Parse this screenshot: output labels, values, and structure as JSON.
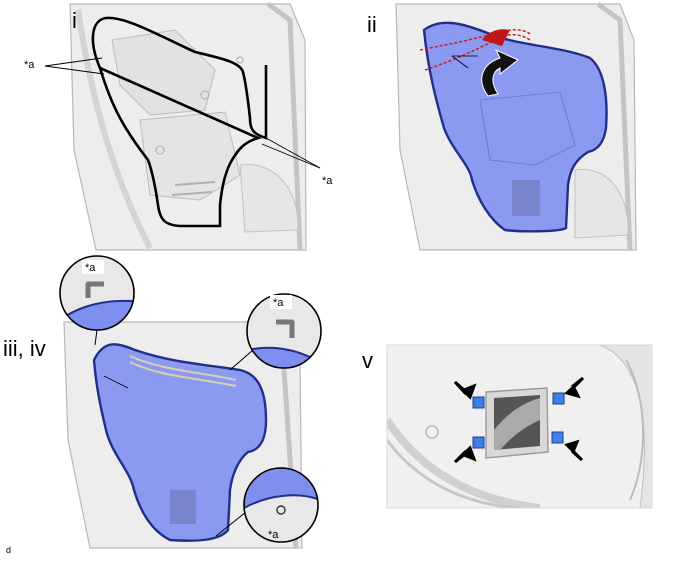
{
  "panels": {
    "i": {
      "step_label": "i",
      "callout_top": "*a",
      "callout_right": "*a"
    },
    "ii": {
      "step_label": "ii"
    },
    "iii": {
      "step_label": "iii, iv",
      "zoom_top_left": "*a",
      "zoom_top_right": "*a",
      "zoom_bottom": "*a"
    },
    "v": {
      "step_label": "v"
    }
  },
  "corner_code": "d",
  "colors": {
    "door_fill": "#ededed",
    "door_line": "#b8b8b8",
    "seal_line": "#000000",
    "sheet_blue": "#7f8ff0",
    "sheet_edge": "#1f2f8a",
    "red_wire": "#c01818",
    "clip_blue": "#3f7fe6"
  },
  "icons": {
    "step_v_arrows": [
      "arrow-icon",
      "arrow-icon",
      "arrow-icon",
      "arrow-icon"
    ],
    "rotate": "curved-arrow-icon"
  }
}
